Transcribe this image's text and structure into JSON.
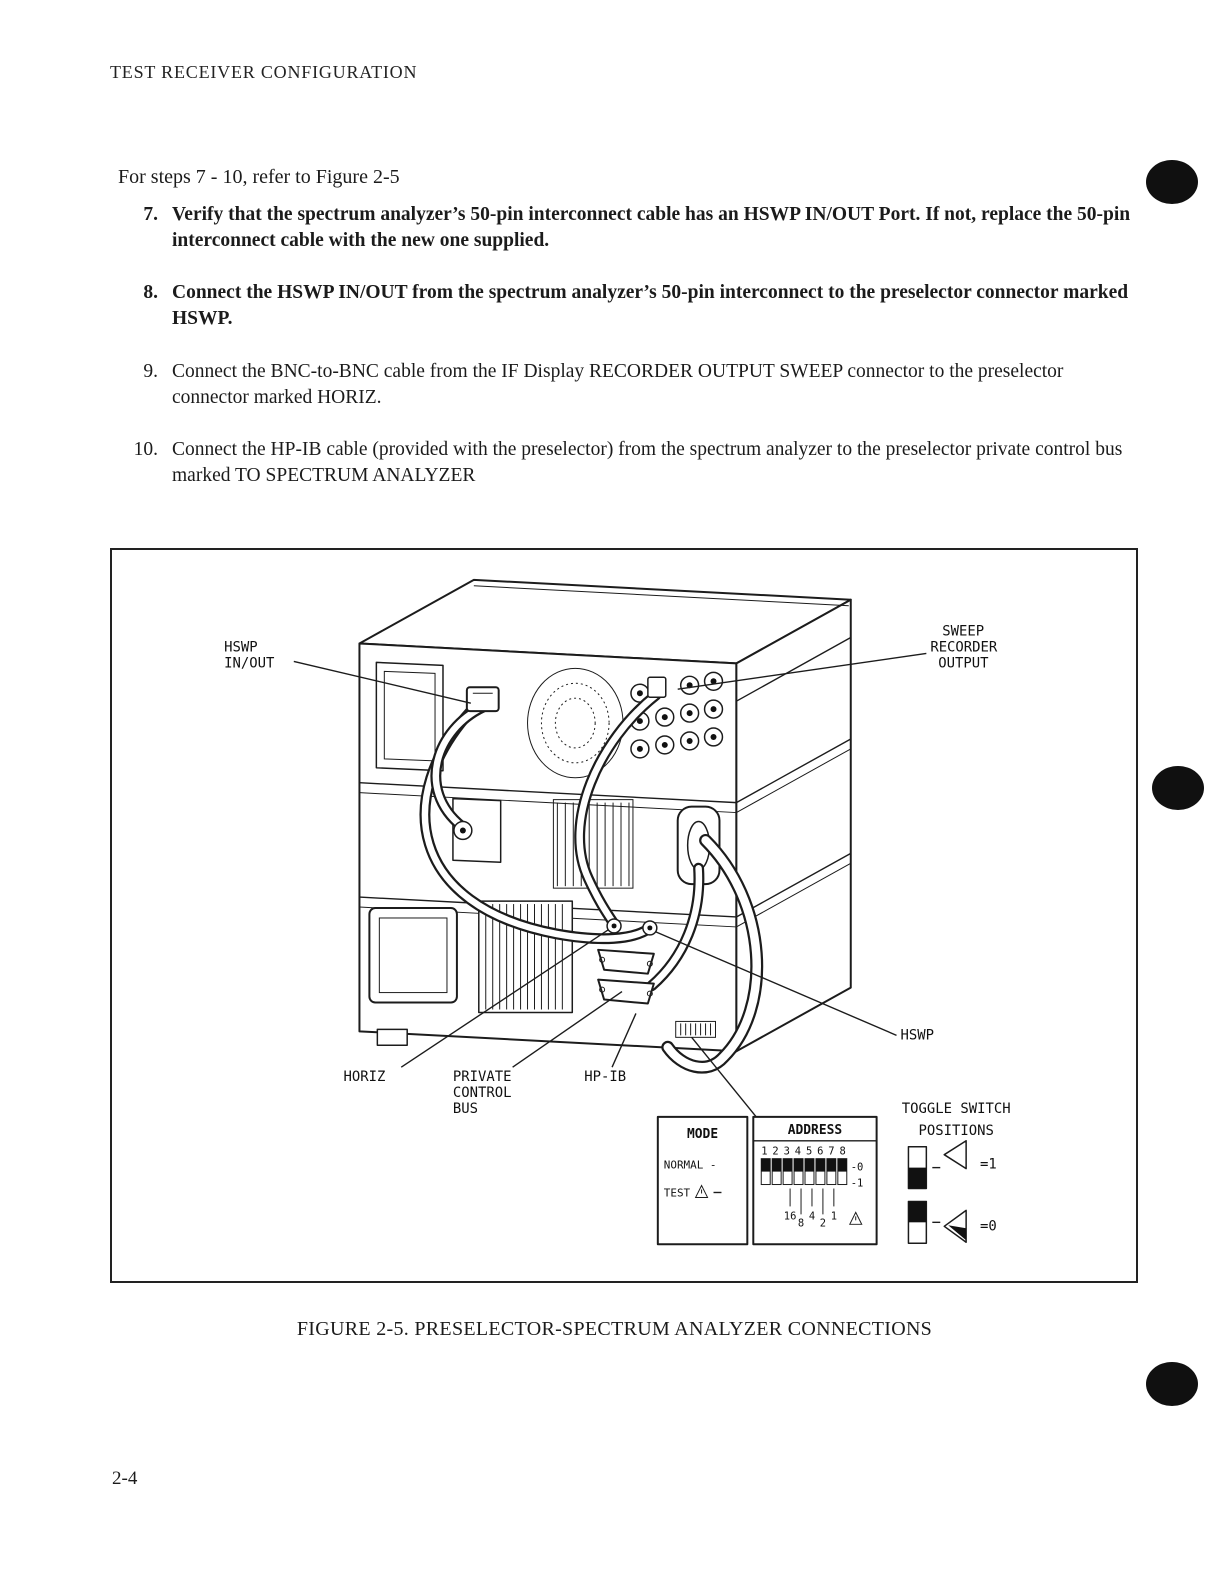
{
  "page": {
    "header": "TEST RECEIVER CONFIGURATION",
    "intro": "For steps 7 - 10, refer to Figure 2-5",
    "steps": [
      {
        "num": "7.",
        "text": "Verify that the spectrum analyzer’s 50-pin interconnect cable has an HSWP IN/OUT Port.  If not, replace the 50-pin interconnect cable with the new one supplied."
      },
      {
        "num": "8.",
        "text": "Connect the HSWP IN/OUT from the spectrum analyzer’s 50-pin interconnect to the preselector connector marked HSWP."
      },
      {
        "num": "9.",
        "text": "Connect the BNC-to-BNC cable from the IF Display RECORDER OUTPUT SWEEP connector to the preselector connector marked HORIZ."
      },
      {
        "num": "10.",
        "text": "Connect the HP-IB cable (provided with the preselector) from the spectrum analyzer to the preselector private control bus marked TO SPECTRUM ANALYZER"
      }
    ],
    "figure_caption": "FIGURE 2-5.  PRESELECTOR-SPECTRUM ANALYZER CONNECTIONS",
    "page_number": "2-4"
  },
  "figure": {
    "labels": {
      "hswp_inout_line1": "HSWP",
      "hswp_inout_line2": "IN/OUT",
      "sweep_line1": "SWEEP",
      "sweep_line2": "RECORDER",
      "sweep_line3": "OUTPUT",
      "hswp": "HSWP",
      "horiz": "HORIZ",
      "pcb_line1": "PRIVATE",
      "pcb_line2": "CONTROL",
      "pcb_line3": "BUS",
      "hpib": "HP-IB",
      "toggle_line1": "TOGGLE SWITCH",
      "toggle_line2": "POSITIONS",
      "mode_title": "MODE",
      "normal": "NORMAL -",
      "test": "TEST",
      "address_title": "ADDRESS",
      "dip_numbers": "1 2 3 4 5 6 7 8",
      "dash_zero": "-0",
      "dash_one": "-1",
      "weights": [
        "16",
        "8",
        "4",
        "2",
        "1"
      ],
      "equals_one": "=1",
      "equals_zero": "=0"
    },
    "dip_switch_setting": "00000000"
  }
}
